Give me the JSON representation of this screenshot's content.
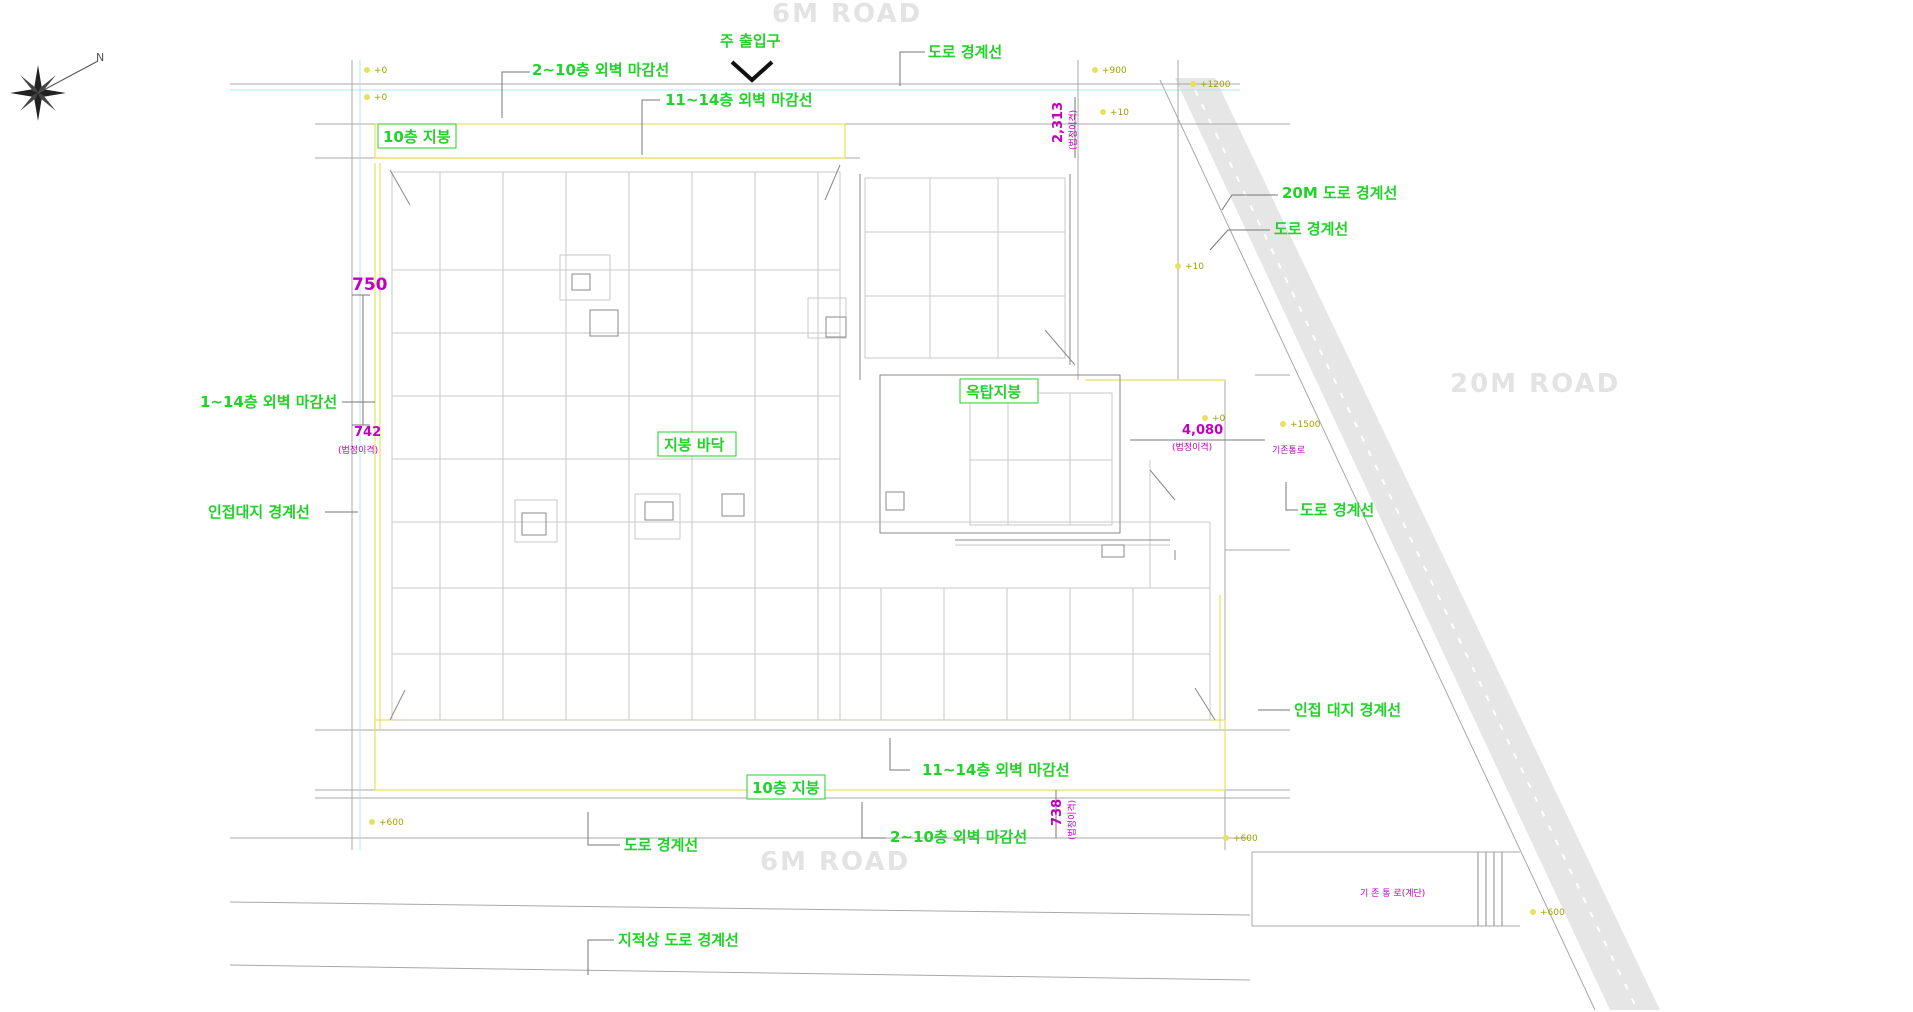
{
  "labels": {
    "main_entrance": "주 출입구",
    "exterior_2_10_top": "2~10층 외벽 마감선",
    "exterior_11_14_top": "11~14층 외벽 마감선",
    "road_boundary_top": "도로 경계선",
    "roof_10f_top": "10층 지붕",
    "road_20m_boundary": "20M 도로 경계선",
    "road_boundary_right1": "도로 경계선",
    "exterior_1_14_left": "1~14층 외벽 마감선",
    "penthouse_roof": "옥탑지붕",
    "roof_floor": "지붕 바닥",
    "adjacent_boundary_left": "인접대지 경계선",
    "road_boundary_right2": "도로 경계선",
    "adjacent_boundary_right": "인접 대지 경계선",
    "exterior_11_14_bottom": "11~14층 외벽 마감선",
    "roof_10f_bottom": "10층 지붕",
    "exterior_2_10_bottom": "2~10층 외벽 마감선",
    "road_boundary_bottom": "도로 경계선",
    "cadastral_road_boundary": "지적상 도로 경계선",
    "existing_stair": "기 존 통 로(계단)",
    "existing_road": "기존통로"
  },
  "dimensions": {
    "d750": "750",
    "d742": "742",
    "d742_note": "(법정이격)",
    "d2313": "2,313",
    "d2313_note": "(법정이격)",
    "d4080": "4,080",
    "d4080_note": "(법정이격)",
    "d738": "738",
    "d738_note": "(법정이격)"
  },
  "levels": {
    "t1": "+0",
    "t2": "+0",
    "t3": "+900",
    "t4": "+1200",
    "t5": "+10",
    "t6": "+10",
    "t7": "+0",
    "t8": "+1500",
    "b1": "+600",
    "b2": "+600",
    "b3": "+600"
  },
  "faint_text": {
    "top_road": "6M ROAD",
    "right_road": "20M ROAD",
    "bottom_road": "6M ROAD"
  },
  "colors": {
    "label": "#22d22a",
    "dimension": "#c000c0",
    "grid": "#c9c9c9",
    "finish_line": "#e8e060",
    "road_band": "#e4e4e4"
  },
  "icons": {
    "north": "compass-rose-icon",
    "entrance": "entrance-arrow-icon"
  }
}
